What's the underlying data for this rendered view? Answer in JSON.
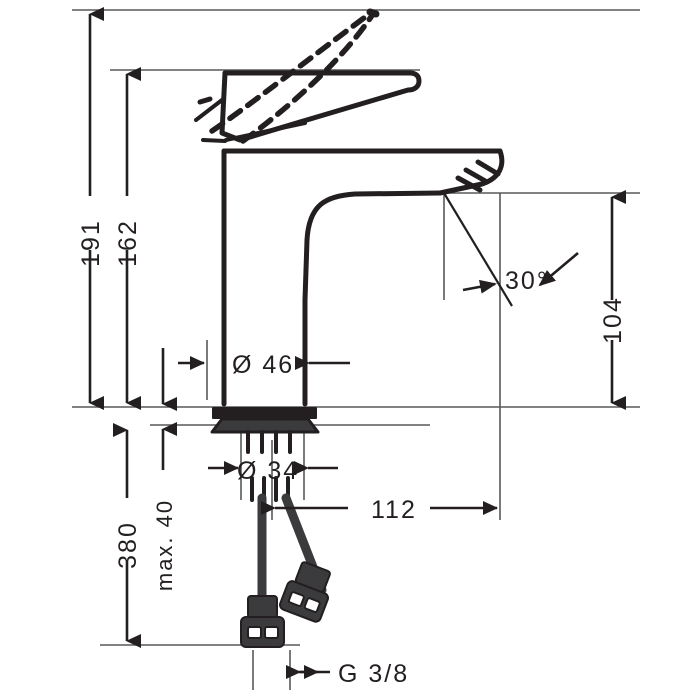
{
  "drawing": {
    "title": "Single lever basin mixer dimensional drawing",
    "product": "basin-mixer-110",
    "units": "mm",
    "line_color": "#231f20",
    "thin_line_color": "#58595b",
    "background": "#ffffff"
  },
  "dimensions": {
    "total_height": "191",
    "spout_height": "162",
    "projection_height": "104",
    "body_diameter": "Ø 46",
    "shank_diameter": "Ø 34",
    "spout_reach": "112",
    "hose_length": "380",
    "max_deck_thickness": "max. 40",
    "thread_size": "G 3/8",
    "aerator_angle": "30°"
  },
  "labels": [
    {
      "name": "height-191",
      "text": "191",
      "orientation": "vertical"
    },
    {
      "name": "height-162",
      "text": "162",
      "orientation": "vertical"
    },
    {
      "name": "height-104",
      "text": "104",
      "orientation": "vertical"
    },
    {
      "name": "diameter-46",
      "text": "Ø 46",
      "orientation": "horizontal"
    },
    {
      "name": "diameter-34",
      "text": "Ø 34",
      "orientation": "horizontal"
    },
    {
      "name": "reach-112",
      "text": "112",
      "orientation": "horizontal"
    },
    {
      "name": "hose-380",
      "text": "380",
      "orientation": "vertical"
    },
    {
      "name": "max-deck-40",
      "text": "max. 40",
      "orientation": "vertical"
    },
    {
      "name": "thread-g38",
      "text": "G 3/8",
      "orientation": "horizontal"
    },
    {
      "name": "angle-30",
      "text": "30°",
      "orientation": "horizontal"
    }
  ]
}
